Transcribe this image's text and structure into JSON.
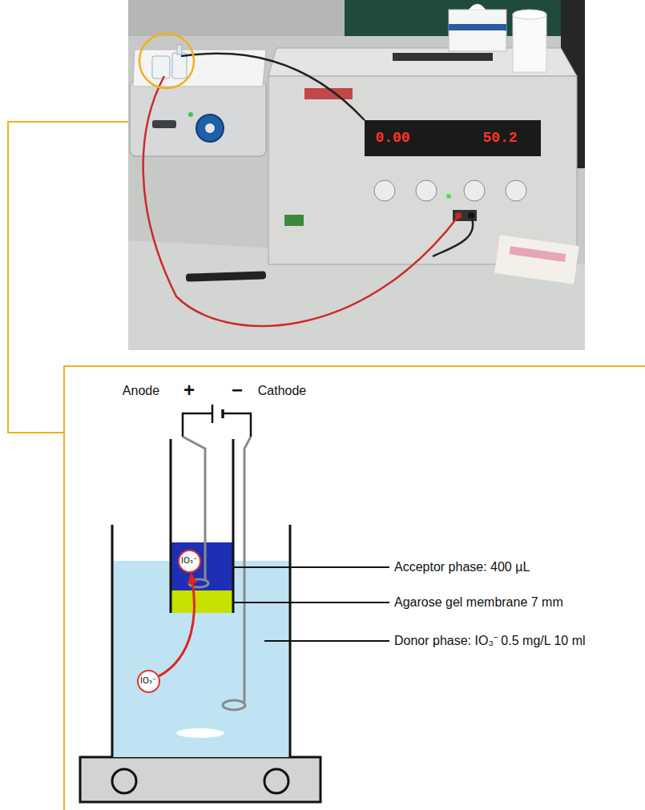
{
  "diagram": {
    "nodes": [
      {
        "text": [
          "IO₃⁻"
        ]
      },
      {
        "text": [
          "IO₃⁻"
        ]
      }
    ],
    "edges": [
      {
        "from": 1,
        "to": 0,
        "arrow": "to"
      }
    ],
    "labels": [
      "0.00",
      "50.2",
      "Anode",
      "+",
      "−",
      "Cathode",
      "Acceptor phase: 400 µL",
      "Agarose gel membrane 7 mm",
      "Donor phase: IO₃⁻ 0.5 mg/L 10 ml"
    ]
  }
}
